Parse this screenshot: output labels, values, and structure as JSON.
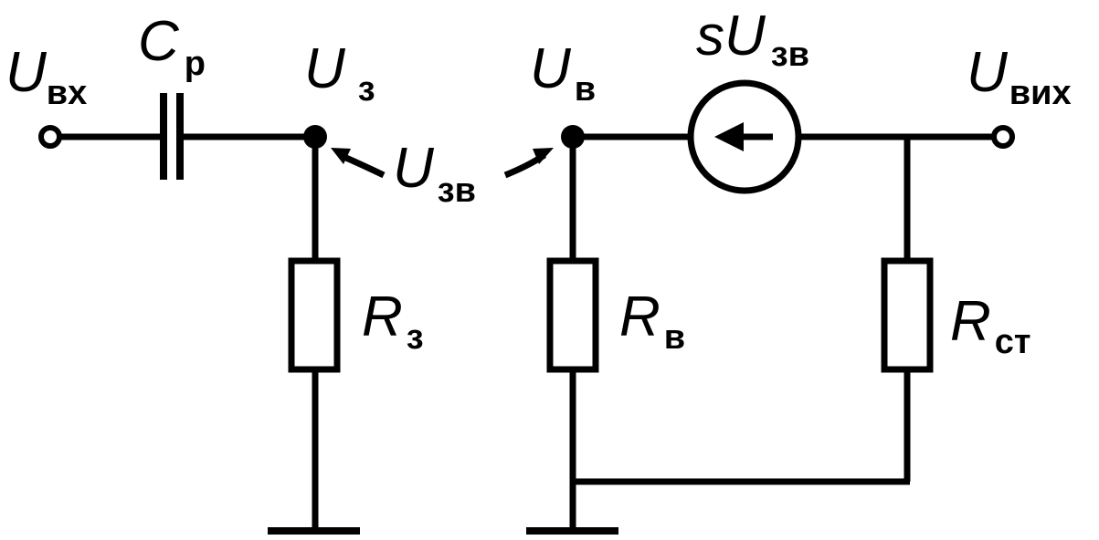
{
  "labels": {
    "u_in": {
      "symbol": "U",
      "sub": "вх"
    },
    "cap": {
      "symbol": "C",
      "sub": "р"
    },
    "u_gate": {
      "symbol": "U",
      "sub": "з"
    },
    "u_gs": {
      "symbol": "U",
      "sub": "зв"
    },
    "u_src": {
      "symbol": "U",
      "sub": "в"
    },
    "gen": {
      "symbol": "sU",
      "sub": "зв"
    },
    "u_out": {
      "symbol": "U",
      "sub": "вих"
    },
    "r_gate": {
      "symbol": "R",
      "sub": "з"
    },
    "r_src": {
      "symbol": "R",
      "sub": "в"
    },
    "r_load": {
      "symbol": "R",
      "sub": "ст"
    }
  },
  "colors": {
    "stroke": "#000000",
    "background": "#ffffff"
  }
}
